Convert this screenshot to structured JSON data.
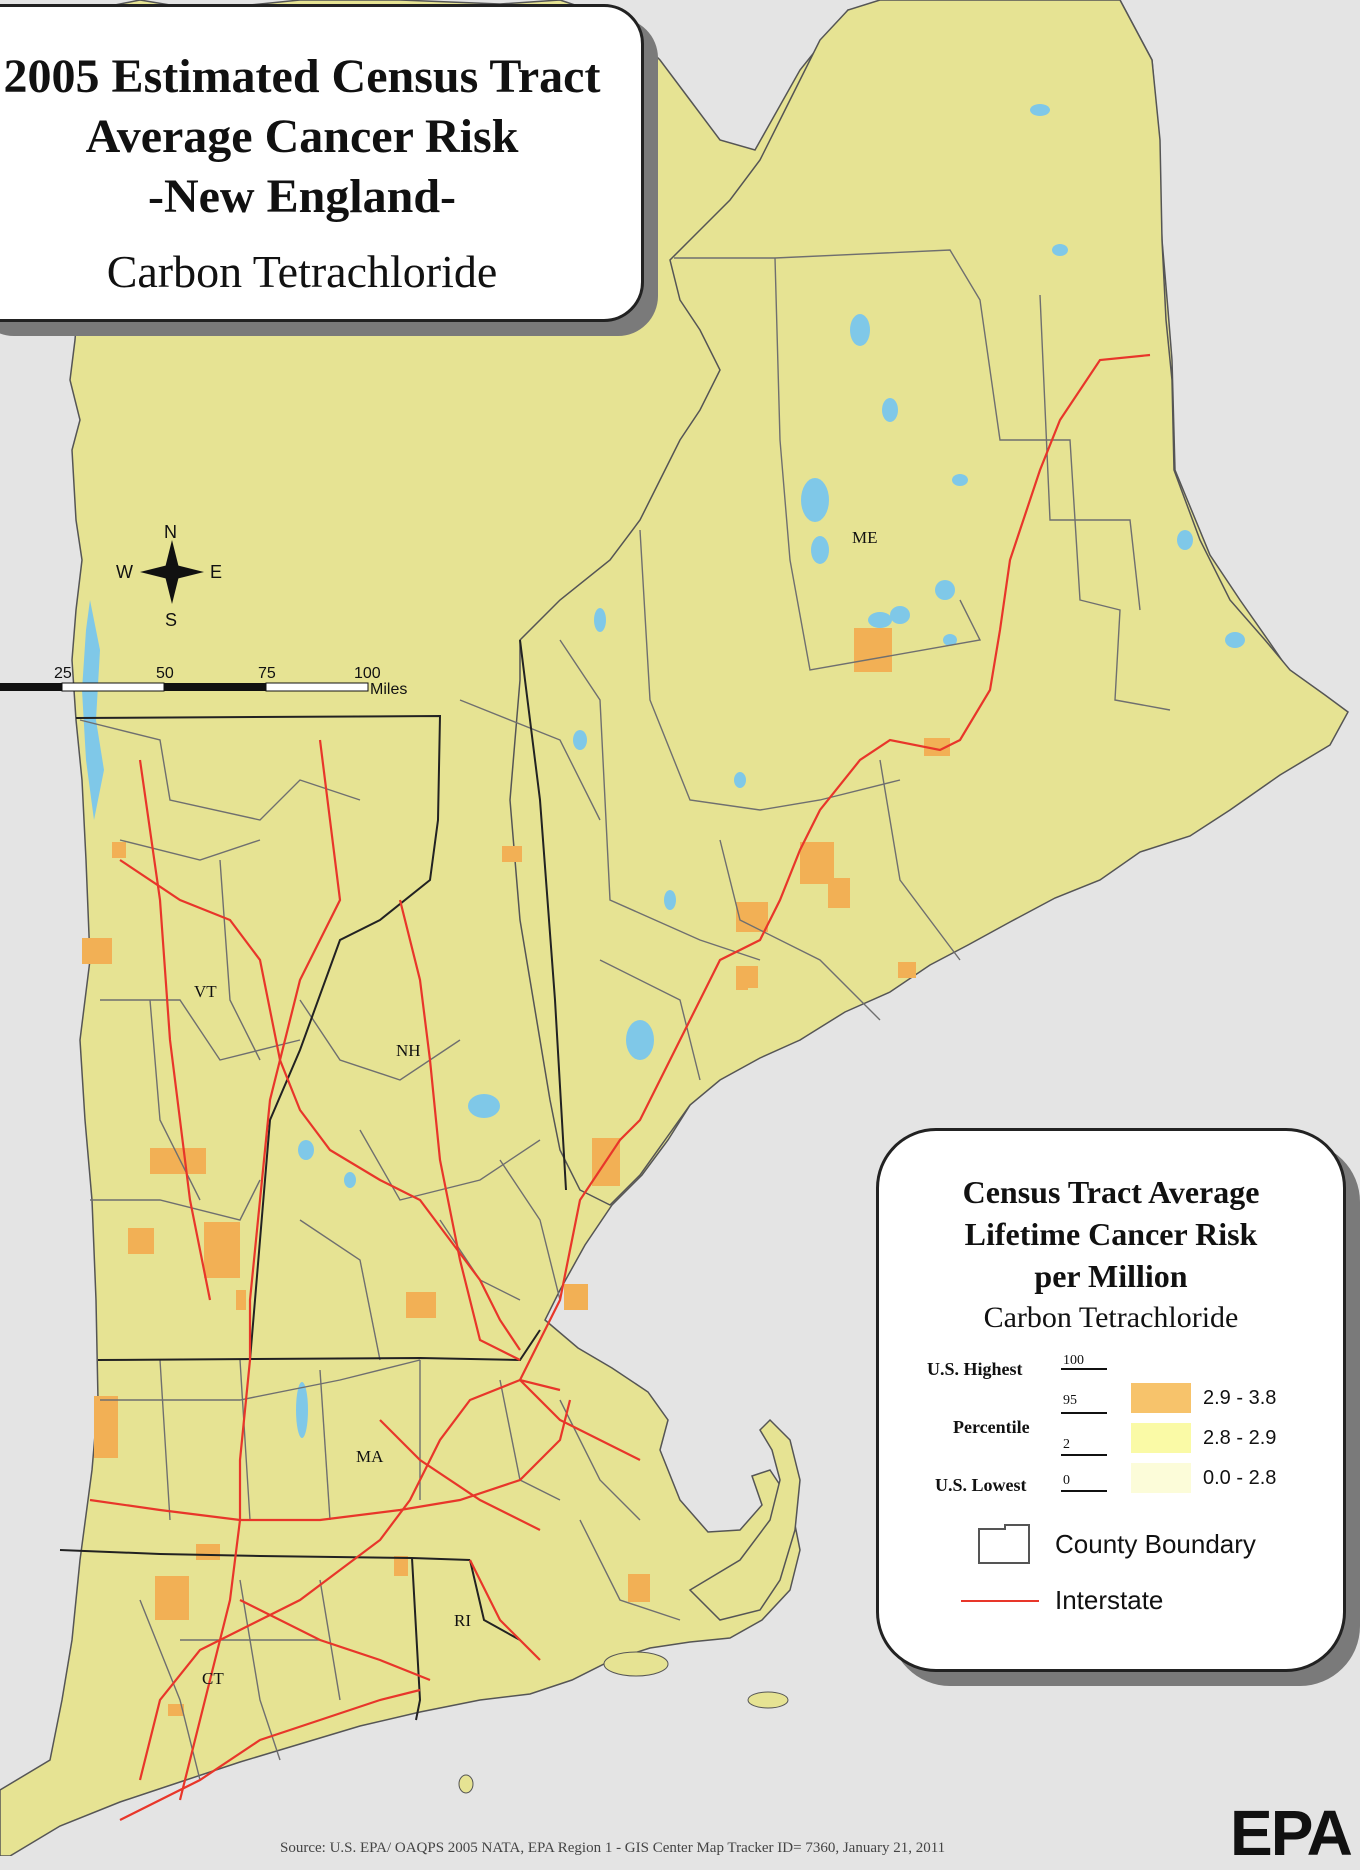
{
  "title": {
    "line1": "2005 Estimated Census Tract",
    "line2": "Average Cancer Risk",
    "line3": "-New England-",
    "pollutant": "Carbon Tetrachloride"
  },
  "compass": {
    "n": "N",
    "s": "S",
    "e": "E",
    "w": "W"
  },
  "scalebar": {
    "ticks": [
      "25",
      "50",
      "75",
      "100"
    ],
    "unit": "Miles"
  },
  "states": {
    "me": "ME",
    "vt": "VT",
    "nh": "NH",
    "ma": "MA",
    "ct": "CT",
    "ri": "RI"
  },
  "legend": {
    "title_line1": "Census Tract Average",
    "title_line2": "Lifetime Cancer Risk",
    "title_line3": "per Million",
    "subtitle": "Carbon Tetrachloride",
    "label_highest": "U.S. Highest",
    "label_percentile": "Percentile",
    "label_lowest": "U.S. Lowest",
    "ticks": [
      "100",
      "95",
      "2",
      "0"
    ],
    "classes": [
      {
        "range": "2.9 - 3.8",
        "color": "#f7c36b"
      },
      {
        "range": "2.8 - 2.9",
        "color": "#fafaa6"
      },
      {
        "range": "0.0 - 2.8",
        "color": "#fcfcd9"
      }
    ],
    "county_boundary": "County Boundary",
    "interstate": "Interstate"
  },
  "footer": "Source: U.S. EPA/ OAQPS 2005 NATA, EPA Region 1 - GIS Center Map Tracker ID= 7360, January 21, 2011",
  "logo": "EPA",
  "colors": {
    "land": "#e6e393",
    "water": "#e4e4e4",
    "lakes": "#7fc8e8",
    "high_risk": "#f2b055",
    "interstate": "#e8362a",
    "county": "#6f6f6f"
  }
}
